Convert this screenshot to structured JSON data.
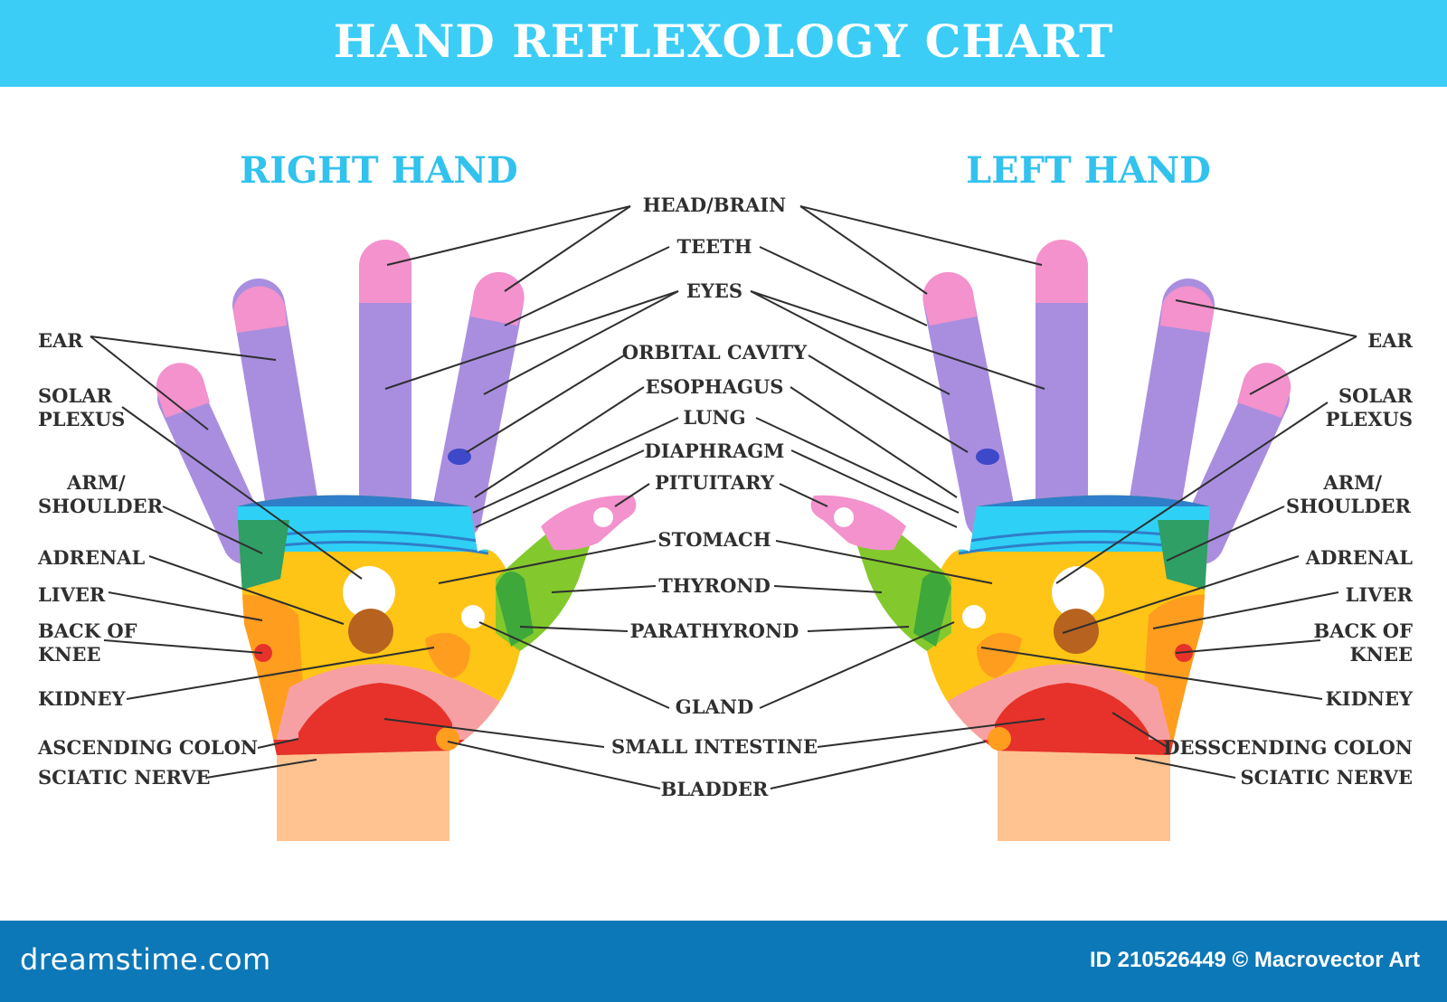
{
  "title": "HAND REFLEXOLOGY CHART",
  "hands": {
    "right": "RIGHT HAND",
    "left": "LEFT HAND"
  },
  "labels": {
    "left_side": {
      "ear": "EAR",
      "solar": "SOLAR",
      "plexus": "PLEXUS",
      "arm": "ARM/",
      "shoulder": "SHOULDER",
      "adrenal": "ADRENAL",
      "liver": "LIVER",
      "back_of": "BACK OF",
      "knee": "KNEE",
      "kidney": "KIDNEY",
      "ascending_colon": "ASCENDING COLON",
      "sciatic_nerve": "SCIATIC NERVE"
    },
    "center": {
      "head_brain": "HEAD/BRAIN",
      "teeth": "TEETH",
      "eyes": "EYES",
      "orbital_cavity": "ORBITAL CAVITY",
      "esophagus": "ESOPHAGUS",
      "lung": "LUNG",
      "diaphragm": "DIAPHRAGM",
      "pituitary": "PITUITARY",
      "stomach": "STOMACH",
      "thyrond": "THYROND",
      "parathyrond": "PARATHYROND",
      "gland": "GLAND",
      "small_intestine": "SMALL INTESTINE",
      "bladder": "BLADDER"
    },
    "right_side": {
      "ear": "EAR",
      "solar": "SOLAR",
      "plexus": "PLEXUS",
      "arm": "ARM/",
      "shoulder": "SHOULDER",
      "adrenal": "ADRENAL",
      "liver": "LIVER",
      "back_of": "BACK OF",
      "knee": "KNEE",
      "kidney": "KIDNEY",
      "desscending_colon": "DESSCENDING COLON",
      "sciatic_nerve": "SCIATIC NERVE"
    }
  },
  "footer": {
    "logo": "dreamstime.com",
    "credit": "ID 210526449 © Macrovector Art"
  },
  "colors": {
    "banner": "#3ccdf6",
    "title_blue": "#32c2ee",
    "fingers": "#a98ee0",
    "fingertips": "#f392cc",
    "diaphragm_band": "#2fd0f6",
    "palm": "#fec516",
    "thumb": "#83c92d",
    "arm_zone": "#2f9f65",
    "orange_zone": "#ff9d1f",
    "intestine_red": "#e6322a",
    "wrist": "#ffc391",
    "liver_brown": "#b8621f",
    "footer": "#0d78b7"
  }
}
